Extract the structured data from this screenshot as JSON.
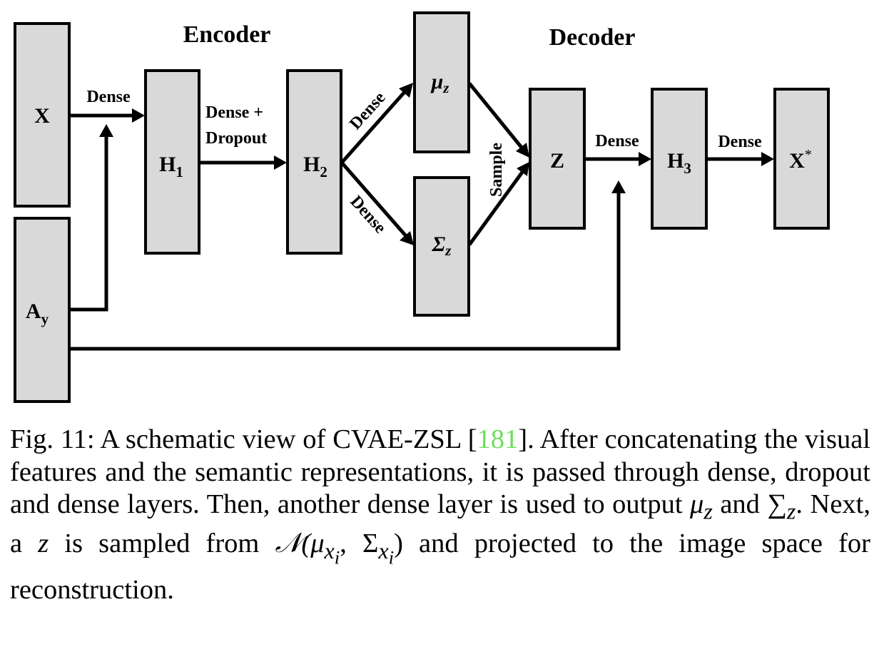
{
  "diagram": {
    "section_titles": {
      "encoder": "Encoder",
      "decoder": "Decoder"
    },
    "nodes": {
      "x": {
        "label": "X"
      },
      "ay": {
        "label": "A",
        "sub": "y"
      },
      "h1": {
        "label": "H",
        "sub": "1"
      },
      "h2": {
        "label": "H",
        "sub": "2"
      },
      "mu": {
        "label": "μ",
        "sub": "z"
      },
      "sigma": {
        "label": "Σ",
        "sub": "z"
      },
      "z": {
        "label": "Z"
      },
      "h3": {
        "label": "H",
        "sub": "3"
      },
      "xstar": {
        "label": "X",
        "sup": "*"
      }
    },
    "edges": {
      "x_h1": "Dense",
      "h1_h2_line1": "Dense +",
      "h1_h2_line2": "Dropout",
      "h2_mu": "Dense",
      "h2_sigma": "Dense",
      "sample": "Sample",
      "z_h3": "Dense",
      "h3_xstar": "Dense"
    },
    "colors": {
      "box_fill": "#d9d9d9",
      "stroke": "#000000",
      "citation": "#6be05a"
    }
  },
  "caption": {
    "prefix": "Fig. 11: A schematic view of CVAE-ZSL [",
    "citation": "181",
    "part1": "]. After concatenating the visual features and the semantic representations, it is passed through dense, dropout and dense layers. Then, another dense layer is used to output ",
    "mu": "μ",
    "mu_sub": "z",
    "and": " and ",
    "sum": "∑",
    "sum_sub": "z",
    "part2": ". Next, a ",
    "z": "z",
    "part3": " is sampled from ",
    "normal": "𝒩(μ",
    "x_i_1": "x",
    "i_1": "i",
    "comma": ", Σ",
    "x_i_2": "x",
    "i_2": "i",
    "close": ")",
    "part4": " and projected to the image space for reconstruction."
  }
}
